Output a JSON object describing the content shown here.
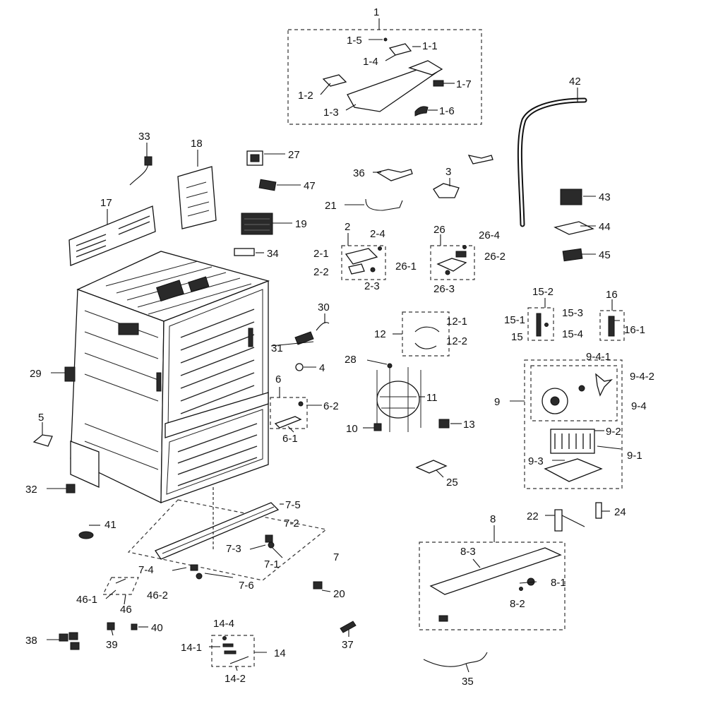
{
  "labels": {
    "l1": "1",
    "l1_5": "1-5",
    "l1_1": "1-1",
    "l1_4": "1-4",
    "l1_7": "1-7",
    "l1_2": "1-2",
    "l1_3": "1-3",
    "l1_6": "1-6",
    "l42": "42",
    "l33": "33",
    "l18": "18",
    "l27": "27",
    "l47": "47",
    "l36": "36",
    "l3": "3",
    "l43": "43",
    "l17": "17",
    "l19": "19",
    "l21": "21",
    "l44": "44",
    "l34": "34",
    "l45": "45",
    "l2": "2",
    "l2_4": "2-4",
    "l2_1": "2-1",
    "l2_2": "2-2",
    "l2_3": "2-3",
    "l26": "26",
    "l26_4": "26-4",
    "l26_2": "26-2",
    "l26_1": "26-1",
    "l26_3": "26-3",
    "l15_2": "15-2",
    "l15_3": "15-3",
    "l15_1": "15-1",
    "l15": "15",
    "l15_4": "15-4",
    "l16": "16",
    "l16_1": "16-1",
    "l30": "30",
    "l12": "12",
    "l12_1": "12-1",
    "l12_2": "12-2",
    "l31": "31",
    "l28": "28",
    "l4": "4",
    "l29": "29",
    "l9_4_1": "9-4-1",
    "l9_4_2": "9-4-2",
    "l9": "9",
    "l9_4": "9-4",
    "l6": "6",
    "l6_2": "6-2",
    "l6_1": "6-1",
    "l11": "11",
    "l10": "10",
    "l13": "13",
    "l5": "5",
    "l9_2": "9-2",
    "l9_1": "9-1",
    "l9_3": "9-3",
    "l25": "25",
    "l32": "32",
    "l7_5": "7-5",
    "l22": "22",
    "l24": "24",
    "l8": "8",
    "l41": "41",
    "l7_2": "7-2",
    "l7_3": "7-3",
    "l7": "7",
    "l7_1": "7-1",
    "l8_3": "8-3",
    "l7_4": "7-4",
    "l7_6": "7-6",
    "l8_1": "8-1",
    "l20": "20",
    "l46_1": "46-1",
    "l46_2": "46-2",
    "l46": "46",
    "l8_2": "8-2",
    "l14_4": "14-4",
    "l38": "38",
    "l39": "39",
    "l40": "40",
    "l37": "37",
    "l14_1": "14-1",
    "l14": "14",
    "l14_2": "14-2",
    "l35": "35"
  }
}
